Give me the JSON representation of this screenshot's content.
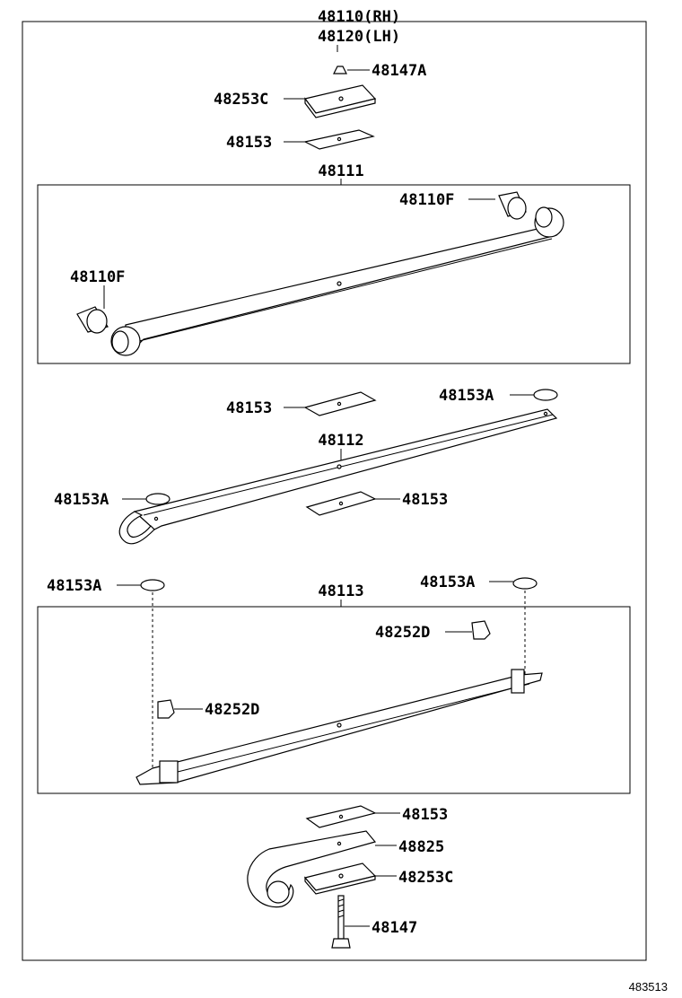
{
  "header": {
    "assembly_rh": "48110(RH)",
    "assembly_lh": "48120(LH)"
  },
  "parts": {
    "nut_top": "48147A",
    "plate_top": "48253C",
    "insert_top": "48153",
    "leaf_1": "48111",
    "bushing_right": "48110F",
    "bushing_left": "48110F",
    "insert_leaf2_top": "48153",
    "pad_leaf2_right": "48153A",
    "leaf_2": "48112",
    "pad_leaf2_left": "48153A",
    "insert_leaf2_bottom": "48153",
    "pad_leaf3_left": "48153A",
    "pad_leaf3_right": "48153A",
    "leaf_3": "48113",
    "clip_right": "48252D",
    "clip_left": "48252D",
    "insert_bottom": "48153",
    "helper_leaf": "48825",
    "plate_bottom": "48253C",
    "bolt_bottom": "48147"
  },
  "footer": {
    "diagram_id": "483513"
  }
}
